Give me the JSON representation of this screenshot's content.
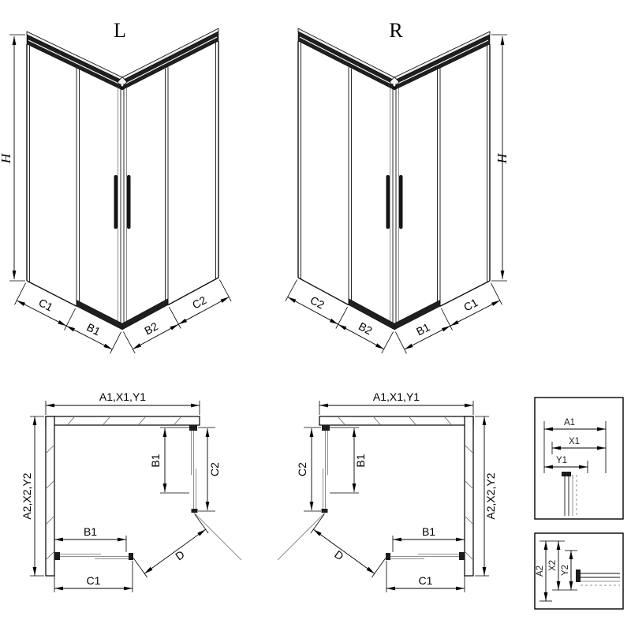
{
  "colors": {
    "line": "#000000",
    "glass_edge": "#8f8f8f",
    "profile": "#1f1f1f",
    "background": "#ffffff"
  },
  "views": {
    "l3d": {
      "label": "L",
      "h": "H",
      "dims": [
        "C1",
        "B1",
        "B2",
        "C2"
      ]
    },
    "r3d": {
      "label": "R",
      "h": "H",
      "dims": [
        "C2",
        "B2",
        "B1",
        "C1"
      ]
    },
    "lplan": {
      "width": "A1,X1,Y1",
      "depth": "A2,X2,Y2",
      "side_door": "B1",
      "side_panel": "C2",
      "bottom_door": "B1",
      "bottom_panel": "C1",
      "entry": "D"
    },
    "rplan": {
      "width": "A1,X1,Y1",
      "depth": "A2,X2,Y2",
      "side_panel": "C2",
      "side_door": "B1",
      "bottom_door": "B1",
      "bottom_panel": "C1",
      "entry": "D"
    },
    "detail_width": {
      "labels": [
        "A1",
        "X1",
        "Y1"
      ]
    },
    "detail_depth": {
      "labels": [
        "A2",
        "X2",
        "Y2"
      ]
    }
  }
}
